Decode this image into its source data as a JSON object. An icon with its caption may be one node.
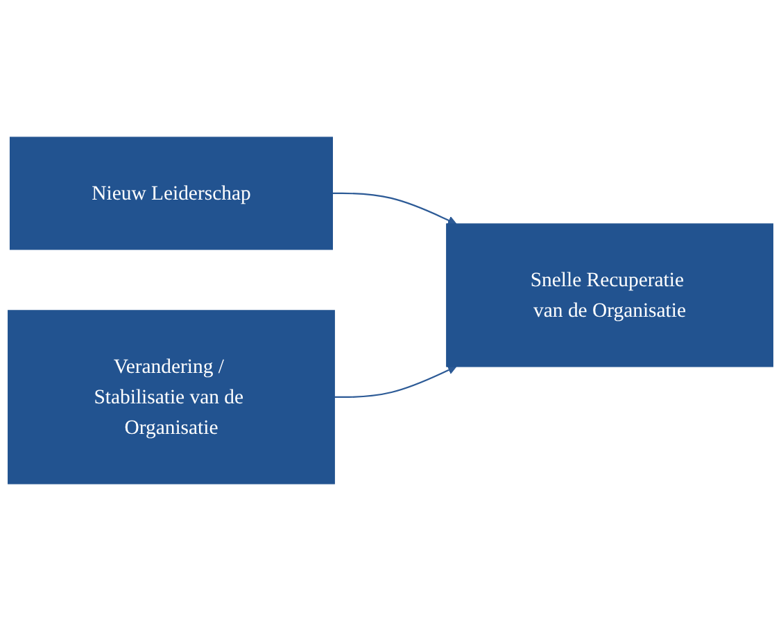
{
  "diagram": {
    "nodes": [
      {
        "text": [
          "Nieuw Leiderschap"
        ]
      },
      {
        "text": [
          "Verandering / Stabilisatie van de Organisatie"
        ]
      },
      {
        "text": [
          "Snelle Recuperatie van de Organisatie"
        ]
      }
    ],
    "edges": [
      {
        "from": 0,
        "to": 2,
        "arrow": "to"
      },
      {
        "from": 1,
        "to": 2,
        "arrow": "to"
      }
    ]
  }
}
